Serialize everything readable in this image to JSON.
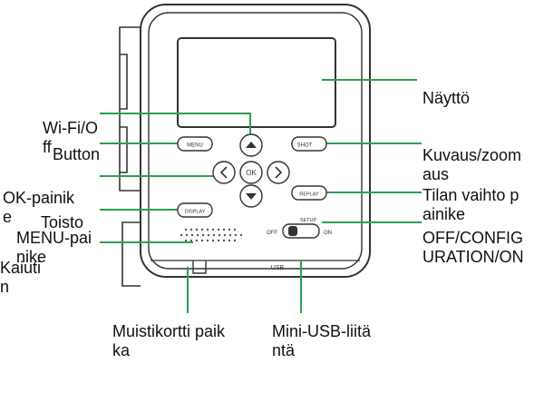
{
  "colors": {
    "leader": "#2e9e52",
    "device_outline": "#333333",
    "background": "#ffffff",
    "text": "#111111"
  },
  "device": {
    "buttons": {
      "menu": "MENU",
      "shot": "SHOT",
      "ok": "OK",
      "replay": "REPLAY",
      "display": "DISPLAY"
    },
    "switch": {
      "off": "OFF",
      "setup": "SETUP",
      "on": "ON"
    },
    "usb": "USB"
  },
  "labels": {
    "screen": "Näyttö",
    "wifi": "Wi-Fi/Off",
    "menu": "Button",
    "ok": "OK-painike",
    "replay": "Toisto",
    "replay_2": "MENU-painike",
    "speaker": "Kaiutin",
    "mode": "Kuvaus/zoomaus",
    "mode_2": "Tilan vaihto painike",
    "switch": "OFF/CONFIGURATION/ON",
    "sd": "Muistikortti paikka",
    "usb": "Mini-USB-liitäntä"
  }
}
